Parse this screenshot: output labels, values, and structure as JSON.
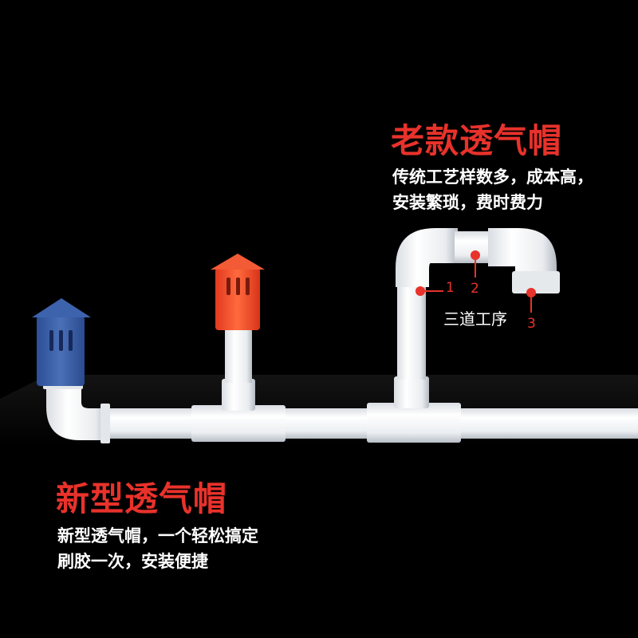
{
  "colors": {
    "accent_red": "#e8322b",
    "cap_blue": "#3c61a8",
    "cap_orange": "#f04a2c",
    "pipe_white": "#f2f4f6",
    "background": "#000000"
  },
  "old_style": {
    "title": "老款透气帽",
    "desc_line1": "传统工艺样数多，成本高，",
    "desc_line2": "安装繁琐，费时费力"
  },
  "callouts": {
    "one": "1",
    "two": "2",
    "three": "3",
    "steps_label": "三道工序"
  },
  "new_style": {
    "title": "新型透气帽",
    "desc_line1": "新型透气帽，一个轻松搞定",
    "desc_line2": "刷胶一次，安装便捷"
  },
  "icons": [
    "blue-vent-cap-icon",
    "orange-vent-cap-icon",
    "pipe-elbow-icon",
    "pipe-tee-icon"
  ]
}
